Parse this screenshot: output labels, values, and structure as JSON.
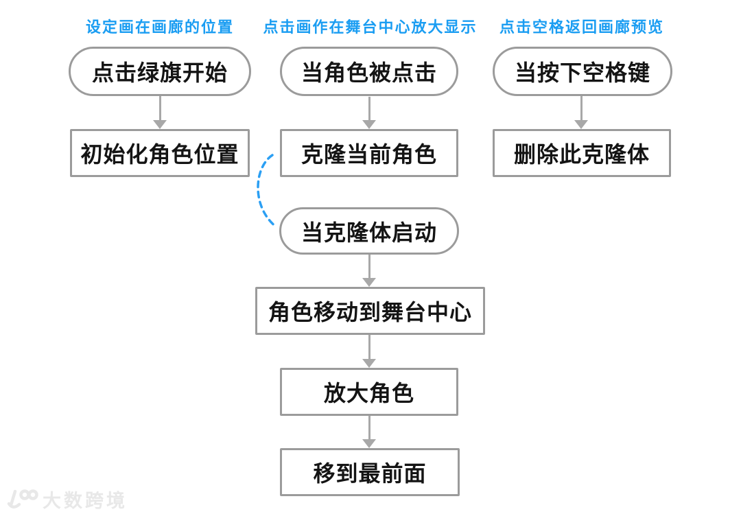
{
  "diagram": {
    "columns": [
      {
        "header": "设定画在画廊的位置",
        "nodes": [
          {
            "type": "event-pill",
            "label": "点击绿旗开始"
          },
          {
            "type": "process-rect",
            "label": "初始化角色位置"
          }
        ]
      },
      {
        "header": "点击画作在舞台中心放大显示",
        "nodes": [
          {
            "type": "event-pill",
            "label": "当角色被点击"
          },
          {
            "type": "process-rect",
            "label": "克隆当前角色"
          },
          {
            "type": "event-pill",
            "label": "当克隆体启动"
          },
          {
            "type": "process-rect",
            "label": "角色移动到舞台中心"
          },
          {
            "type": "process-rect",
            "label": "放大角色"
          },
          {
            "type": "process-rect",
            "label": "移到最前面"
          }
        ]
      },
      {
        "header": "点击空格返回画廊预览",
        "nodes": [
          {
            "type": "event-pill",
            "label": "当按下空格键"
          },
          {
            "type": "process-rect",
            "label": "删除此克隆体"
          }
        ]
      }
    ]
  },
  "watermark": {
    "brand": "大数跨境"
  },
  "colors": {
    "header_blue": "#1a9df2",
    "connector_blue": "#2b9ff3",
    "border_gray": "#9b9b9b",
    "arrow_gray": "#a8a8a8",
    "text_color": "#141414",
    "watermark_gray": "#e8e8e8",
    "background": "#ffffff"
  }
}
